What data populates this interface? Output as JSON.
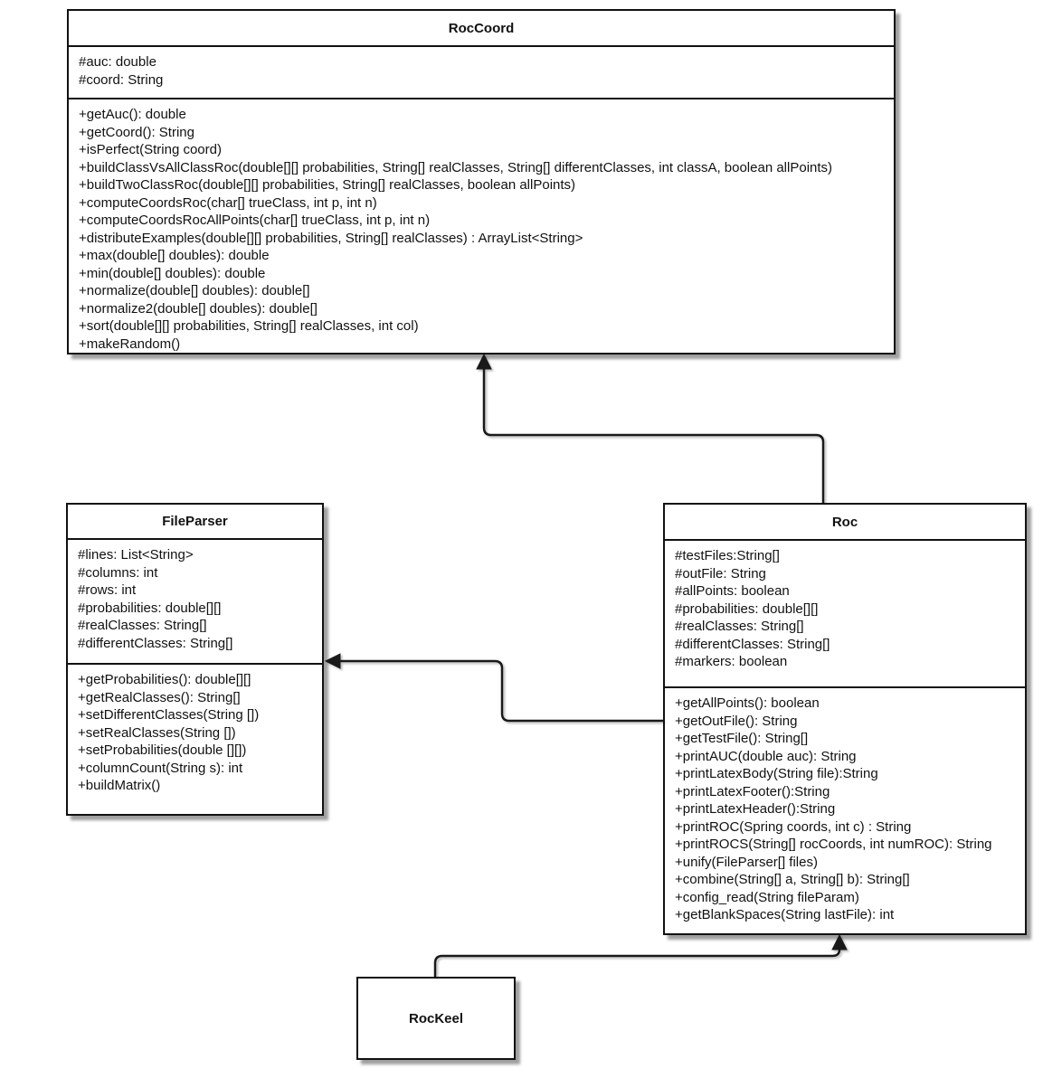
{
  "diagram": {
    "type": "uml-class-diagram",
    "line_color": "#1a1a1a",
    "background_color": "#ffffff",
    "classes": [
      {
        "name": "RocCoord",
        "attributes": [
          "#auc: double",
          "#coord: String"
        ],
        "methods": [
          "+getAuc(): double",
          "+getCoord(): String",
          "+isPerfect(String coord)",
          "+buildClassVsAllClassRoc(double[][] probabilities, String[] realClasses, String[] differentClasses, int classA, boolean allPoints)",
          "+buildTwoClassRoc(double[][] probabilities, String[] realClasses, boolean allPoints)",
          "+computeCoordsRoc(char[] trueClass, int p, int n)",
          "+computeCoordsRocAllPoints(char[] trueClass, int p, int n)",
          "+distributeExamples(double[][] probabilities, String[] realClasses) : ArrayList<String>",
          "+max(double[] doubles): double",
          "+min(double[] doubles): double",
          "+normalize(double[] doubles): double[]",
          "+normalize2(double[] doubles): double[]",
          "+sort(double[][] probabilities, String[] realClasses, int col)",
          "+makeRandom()"
        ]
      },
      {
        "name": "FileParser",
        "attributes": [
          "#lines: List<String>",
          "#columns: int",
          "#rows: int",
          "#probabilities: double[][]",
          "#realClasses: String[]",
          "#differentClasses: String[]"
        ],
        "methods": [
          "+getProbabilities(): double[][]",
          "+getRealClasses(): String[]",
          "+setDifferentClasses(String [])",
          "+setRealClasses(String [])",
          "+setProbabilities(double [][])",
          "+columnCount(String s): int",
          "+buildMatrix()"
        ]
      },
      {
        "name": "Roc",
        "attributes": [
          "#testFiles:String[]",
          "#outFile: String",
          "#allPoints: boolean",
          "#probabilities: double[][]",
          "#realClasses: String[]",
          "#differentClasses: String[]",
          "#markers: boolean"
        ],
        "methods": [
          "+getAllPoints(): boolean",
          "+getOutFile(): String",
          "+getTestFile(): String[]",
          "+printAUC(double auc): String",
          "+printLatexBody(String file):String",
          "+printLatexFooter():String",
          "+printLatexHeader():String",
          "+printROC(Spring coords, int c) : String",
          "+printROCS(String[] rocCoords, int numROC): String",
          "+unify(FileParser[] files)",
          "+combine(String[] a, String[] b): String[]",
          "+config_read(String fileParam)",
          "+getBlankSpaces(String lastFile): int"
        ]
      },
      {
        "name": "RocKeel",
        "attributes": [],
        "methods": []
      }
    ],
    "relations": [
      {
        "from": "Roc",
        "to": "RocCoord",
        "line": "solid",
        "arrowhead": "filled-triangle"
      },
      {
        "from": "Roc",
        "to": "FileParser",
        "line": "solid",
        "arrowhead": "filled-triangle"
      },
      {
        "from": "RocKeel",
        "to": "Roc",
        "line": "solid",
        "arrowhead": "filled-triangle"
      }
    ]
  }
}
